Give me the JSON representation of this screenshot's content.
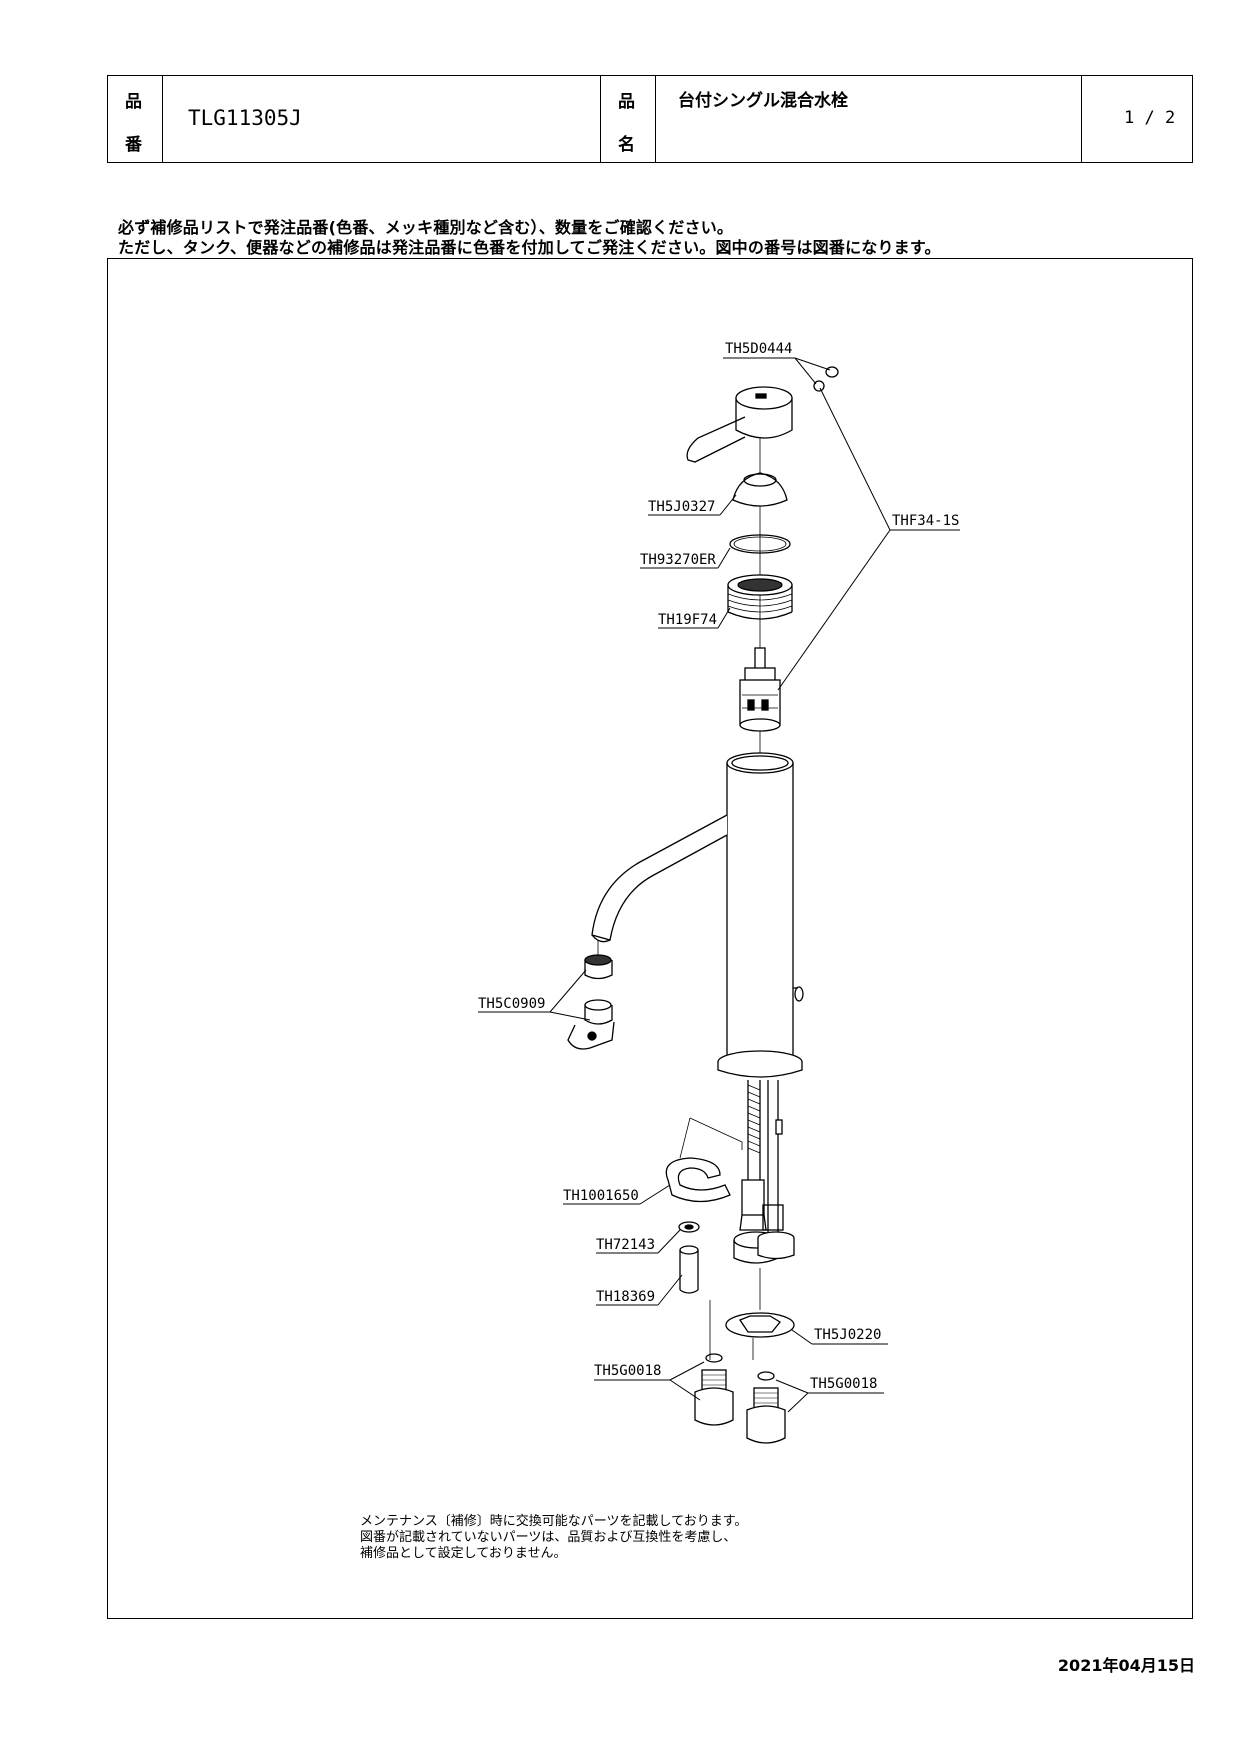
{
  "header": {
    "label_number_top": "品",
    "label_number_bottom": "番",
    "part_number": "TLG11305J",
    "label_name_top": "品",
    "label_name_bottom": "名",
    "product_name": "台付シングル混合水栓",
    "page": "1 / 2"
  },
  "notes": {
    "line1": "必ず補修品リストで発注品番(色番、メッキ種別など含む）、数量をご確認ください。",
    "line2": "ただし、タンク、便器などの補修品は発注品番に色番を付加してご発注ください。図中の番号は図番になります。"
  },
  "diagram": {
    "labels": {
      "th5d0444": "TH5D0444",
      "th5j0327": "TH5J0327",
      "th93270er": "TH93270ER",
      "th19f74": "TH19F74",
      "thf34_1s": "THF34-1S",
      "th5c0909": "TH5C0909",
      "th1001650": "TH1001650",
      "th72143": "TH72143",
      "th18369": "TH18369",
      "th5j0220": "TH5J0220",
      "th5g0018_left": "TH5G0018",
      "th5g0018_right": "TH5G0018"
    }
  },
  "maintenance": {
    "line1": "メンテナンス〔補修〕時に交換可能なパーツを記載しております。",
    "line2": "図番が記載されていないパーツは、品質および互換性を考慮し、",
    "line3": "補修品として設定しておりません。"
  },
  "date": "2021年04月15日"
}
